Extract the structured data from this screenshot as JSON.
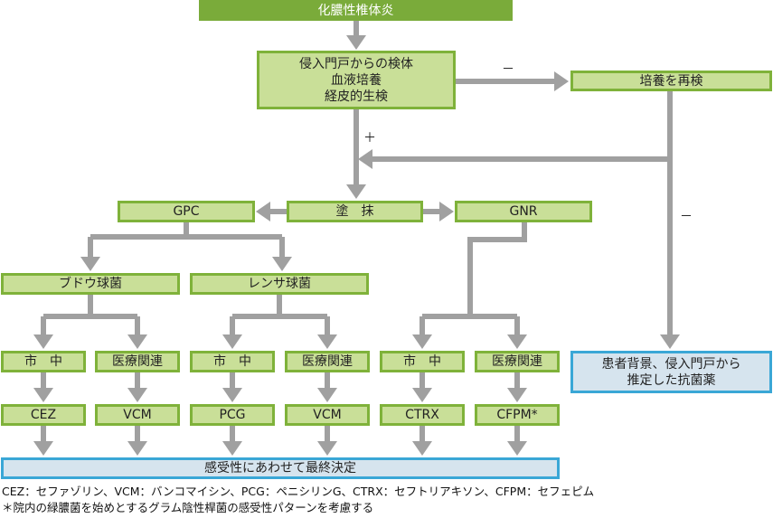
{
  "diagram": {
    "title": "化膿性椎体炎",
    "specimen": "侵入門戸からの検体\n血液培養\n経皮的生検",
    "reculture": "培養を再検",
    "smear": "塗　抹",
    "gpc": "GPC",
    "gnr": "GNR",
    "staph": "ブドウ球菌",
    "strep": "レンサ球菌",
    "community": "市　中",
    "healthcare": "医療関連",
    "drugs": {
      "staph_community": "CEZ",
      "staph_healthcare": "VCM",
      "strep_community": "PCG",
      "strep_healthcare": "VCM",
      "gnr_community": "CTRX",
      "gnr_healthcare": "CFPM*"
    },
    "empiric": "患者背景、侵入門戸から\n推定した抗菌薬",
    "final": "感受性にあわせて最終決定",
    "edge_labels": {
      "negative": "－",
      "positive": "＋"
    }
  },
  "footnotes": [
    "CEZ：セファゾリン、VCM：バンコマイシン、PCG：ペニシリンG、CTRX：セフトリアキソン、CFPM：セフェピム",
    "＊院内の緑膿菌を始めとするグラム陰性桿菌の感受性パターンを考慮する"
  ],
  "colors": {
    "box_fill": "#c9df98",
    "box_border": "#7fb23a",
    "title_fill": "#7aab3a",
    "final_fill": "#d6e4ee",
    "final_border": "#3aa7d6",
    "arrow": "#a0a0a0"
  }
}
